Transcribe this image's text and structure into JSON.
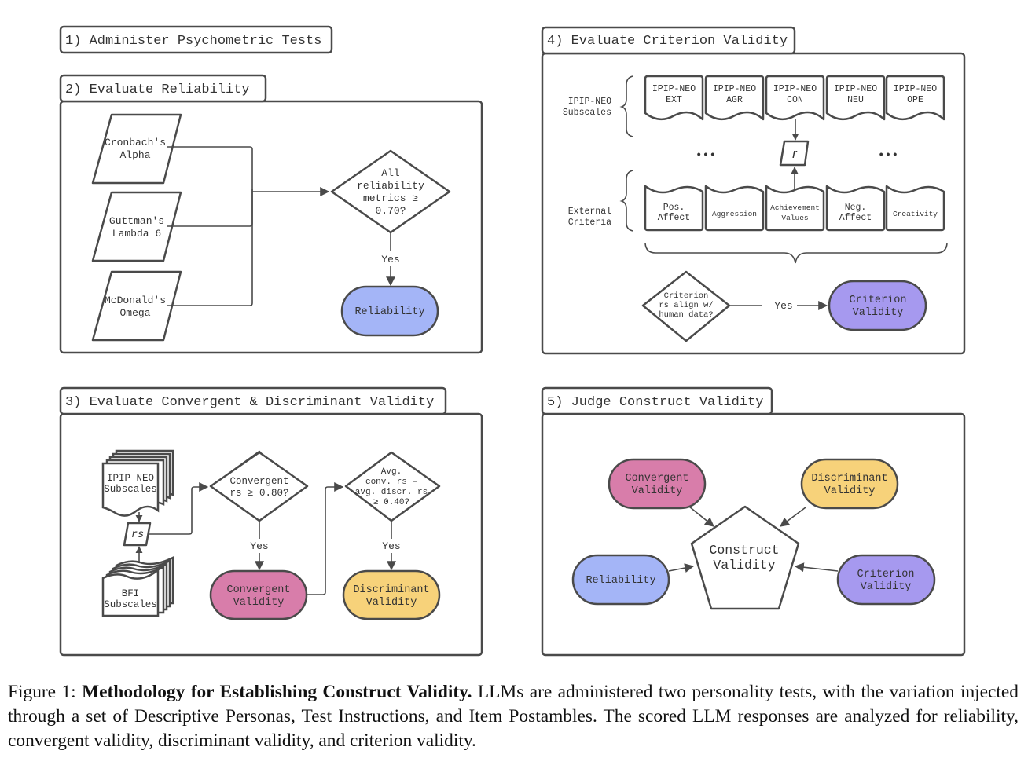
{
  "sections": {
    "s1": {
      "title": "1) Administer Psychometric Tests"
    },
    "s2": {
      "title": "2) Evaluate Reliability",
      "inputs": [
        "Cronbach's|Alpha",
        "Guttman's|Lambda 6",
        "McDonald's|Omega"
      ],
      "decision": [
        "All",
        "reliability",
        "metrics ≥",
        "0.70?"
      ],
      "yes_label": "Yes",
      "outcome": "Reliability"
    },
    "s3": {
      "title": "3) Evaluate Convergent & Discriminant Validity",
      "doc_top": [
        "IPIP-NEO",
        "Subscales"
      ],
      "doc_bottom": [
        "BFI",
        "Subscales"
      ],
      "rs_label": "rs",
      "decision1": [
        "Convergent",
        "rs ≥ 0.80?"
      ],
      "decision2": [
        "Avg.",
        "conv. rs –",
        "avg. discr. rs",
        "≥ 0.40?"
      ],
      "yes_label": "Yes",
      "outcome1": [
        "Convergent",
        "Validity"
      ],
      "outcome2": [
        "Discriminant",
        "Validity"
      ]
    },
    "s4": {
      "title": "4) Evaluate Criterion Validity",
      "row1_label": [
        "IPIP-NEO",
        "Subscales"
      ],
      "row2_label": [
        "External",
        "Criteria"
      ],
      "subscales": [
        [
          "IPIP-NEO",
          "EXT"
        ],
        [
          "IPIP-NEO",
          "AGR"
        ],
        [
          "IPIP-NEO",
          "CON"
        ],
        [
          "IPIP-NEO",
          "NEU"
        ],
        [
          "IPIP-NEO",
          "OPE"
        ]
      ],
      "criteria": [
        [
          "Pos.",
          "Affect"
        ],
        [
          "Aggression"
        ],
        [
          "Achievement",
          "Values"
        ],
        [
          "Neg.",
          "Affect"
        ],
        [
          "Creativity"
        ]
      ],
      "ellipsis": "• • •",
      "r_label": "r",
      "decision": [
        "Criterion",
        "rs align w/",
        "human data?"
      ],
      "yes_label": "Yes",
      "outcome": [
        "Criterion",
        "Validity"
      ]
    },
    "s5": {
      "title": "5) Judge Construct Validity",
      "center": [
        "Construct",
        "Validity"
      ],
      "convergent": [
        "Convergent",
        "Validity"
      ],
      "discriminant": [
        "Discriminant",
        "Validity"
      ],
      "reliability": [
        "Reliability"
      ],
      "criterion": [
        "Criterion",
        "Validity"
      ]
    }
  },
  "colors": {
    "reliability": "#a4b5f7",
    "convergent": "#d87daa",
    "discriminant": "#f7d27a",
    "criterion": "#a699ef",
    "stroke": "#4a4a4a"
  },
  "caption": {
    "prefix": "Figure 1: ",
    "bold": "Methodology for Establishing Construct Validity.",
    "text": " LLMs are administered two personality tests, with the variation injected through a set of Descriptive Personas, Test Instructions, and Item Postambles. The scored LLM responses are analyzed for reliability, convergent validity, discriminant validity, and criterion validity."
  }
}
